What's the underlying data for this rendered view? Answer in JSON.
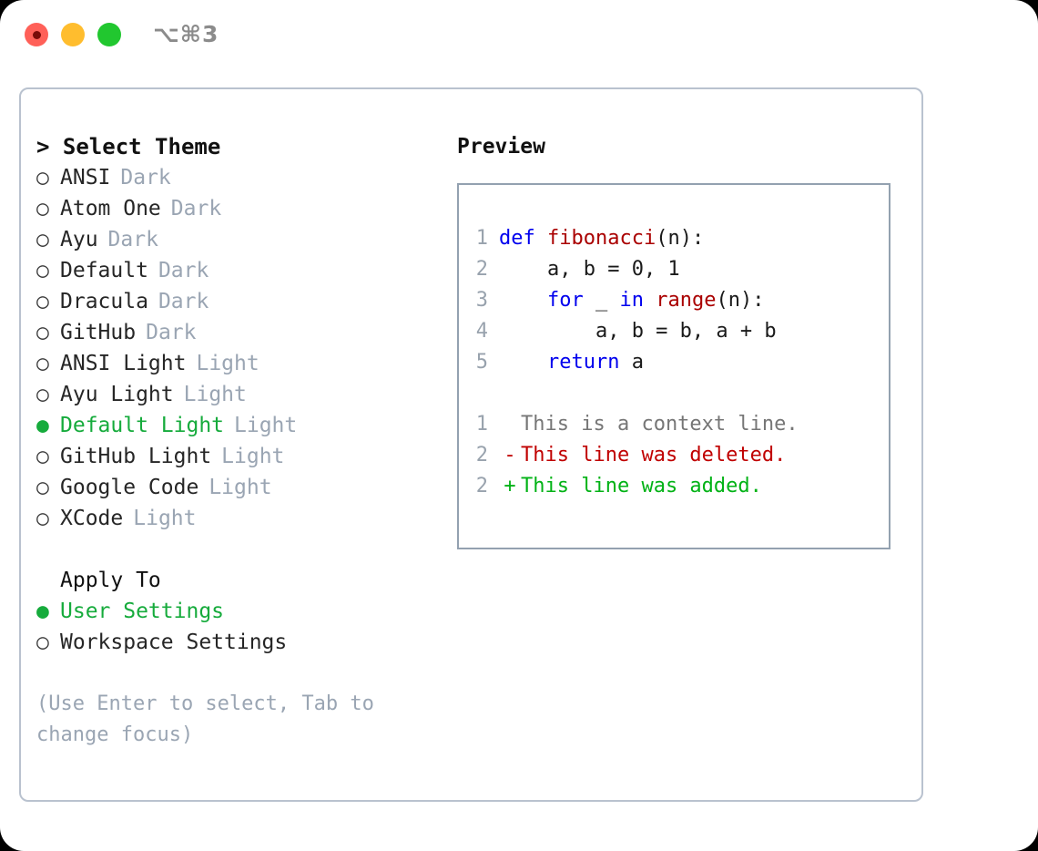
{
  "titlebar": {
    "dots": [
      {
        "name": "close",
        "color": "#ff6058"
      },
      {
        "name": "minimize",
        "color": "#ffbd2e"
      },
      {
        "name": "zoom",
        "color": "#21c72f"
      }
    ],
    "shortcut": "⌥⌘3"
  },
  "theme_picker": {
    "heading": "> Select Theme",
    "selected_marker": "●",
    "unselected_marker": "○",
    "items": [
      {
        "name": "ANSI",
        "tag": "Dark",
        "selected": false
      },
      {
        "name": "Atom One",
        "tag": "Dark",
        "selected": false
      },
      {
        "name": "Ayu",
        "tag": "Dark",
        "selected": false
      },
      {
        "name": "Default",
        "tag": "Dark",
        "selected": false
      },
      {
        "name": "Dracula",
        "tag": "Dark",
        "selected": false
      },
      {
        "name": "GitHub",
        "tag": "Dark",
        "selected": false
      },
      {
        "name": "ANSI Light",
        "tag": "Light",
        "selected": false
      },
      {
        "name": "Ayu Light",
        "tag": "Light",
        "selected": false
      },
      {
        "name": "Default Light",
        "tag": "Light",
        "selected": true
      },
      {
        "name": "GitHub Light",
        "tag": "Light",
        "selected": false
      },
      {
        "name": "Google Code",
        "tag": "Light",
        "selected": false
      },
      {
        "name": "XCode",
        "tag": "Light",
        "selected": false
      }
    ]
  },
  "apply_to": {
    "heading": "Apply To",
    "items": [
      {
        "name": "User Settings",
        "selected": true
      },
      {
        "name": "Workspace Settings",
        "selected": false
      }
    ]
  },
  "hint": "(Use Enter to select, Tab to\nchange focus)",
  "preview": {
    "title": "Preview",
    "code_lines": [
      {
        "num": "1",
        "tokens": [
          {
            "t": "def",
            "c": "kw"
          },
          {
            "t": " ",
            "c": "code-txt"
          },
          {
            "t": "fibonacci",
            "c": "fn"
          },
          {
            "t": "(n):",
            "c": "code-txt"
          }
        ]
      },
      {
        "num": "2",
        "tokens": [
          {
            "t": "    a, b = 0, 1",
            "c": "code-txt"
          }
        ]
      },
      {
        "num": "3",
        "tokens": [
          {
            "t": "    ",
            "c": "code-txt"
          },
          {
            "t": "for",
            "c": "kw"
          },
          {
            "t": " _ ",
            "c": "code-txt"
          },
          {
            "t": "in",
            "c": "kw"
          },
          {
            "t": " ",
            "c": "code-txt"
          },
          {
            "t": "range",
            "c": "fn"
          },
          {
            "t": "(n):",
            "c": "code-txt"
          }
        ]
      },
      {
        "num": "4",
        "tokens": [
          {
            "t": "        a, b = b, a + b",
            "c": "code-txt"
          }
        ]
      },
      {
        "num": "5",
        "tokens": [
          {
            "t": "    ",
            "c": "code-txt"
          },
          {
            "t": "return",
            "c": "kw"
          },
          {
            "t": " a",
            "c": "code-txt"
          }
        ]
      }
    ],
    "diff_lines": [
      {
        "num": "1",
        "mark": " ",
        "text": "This is a context line.",
        "kind": "d-ctx"
      },
      {
        "num": "2",
        "mark": "-",
        "text": "This line was deleted.",
        "kind": "d-del"
      },
      {
        "num": "2",
        "mark": "+",
        "text": "This line was added.",
        "kind": "d-add"
      }
    ]
  },
  "colors": {
    "accent_green": "#16ab3c",
    "muted": "#9aa5b3",
    "keyword_blue": "#0000ee",
    "function_red": "#aa0000",
    "diff_added": "#00b215",
    "diff_deleted": "#c00000",
    "border": "#b9c2cf",
    "preview_border": "#93a1b0"
  }
}
